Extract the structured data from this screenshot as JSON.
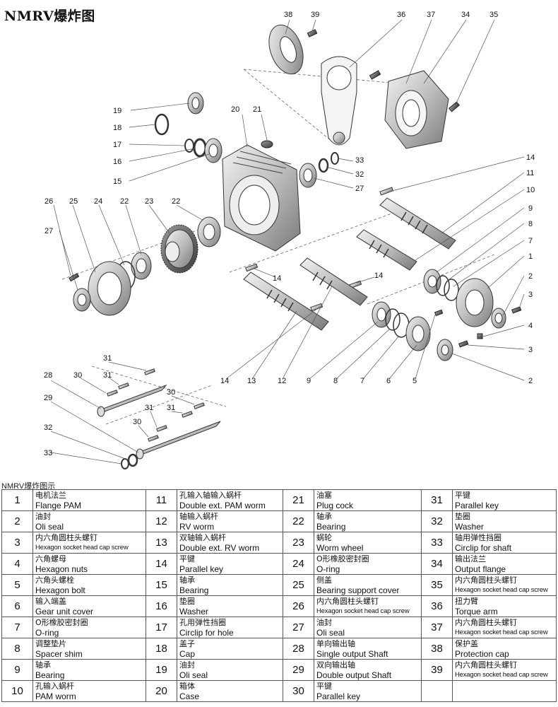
{
  "title": "NMRV爆炸图",
  "subtitle": "NMRV爆炸图示",
  "callouts": [
    "1",
    "2",
    "3",
    "4",
    "5",
    "6",
    "7",
    "8",
    "9",
    "10",
    "11",
    "12",
    "13",
    "14",
    "15",
    "16",
    "17",
    "18",
    "19",
    "20",
    "21",
    "22",
    "23",
    "24",
    "25",
    "26",
    "27",
    "28",
    "29",
    "30",
    "31",
    "32",
    "33",
    "34",
    "35",
    "36",
    "37",
    "38",
    "39"
  ],
  "parts": [
    {
      "no": "1",
      "cn": "电机法兰",
      "en": "Flange PAM"
    },
    {
      "no": "2",
      "cn": "油封",
      "en": "Oli seal"
    },
    {
      "no": "3",
      "cn": "内六角圆柱头螺钉",
      "en": "Hexagon socket head cap screw"
    },
    {
      "no": "4",
      "cn": "六角螺母",
      "en": "Hexagon nuts"
    },
    {
      "no": "5",
      "cn": "六角头螺栓",
      "en": "Hexagon bolt"
    },
    {
      "no": "6",
      "cn": "输入端盖",
      "en": "Gear unit cover"
    },
    {
      "no": "7",
      "cn": "O形橡胶密封圈",
      "en": "O-ring"
    },
    {
      "no": "8",
      "cn": "调整垫片",
      "en": "Spacer shim"
    },
    {
      "no": "9",
      "cn": "轴承",
      "en": "Bearing"
    },
    {
      "no": "10",
      "cn": "孔输入蜗杆",
      "en": "PAM worm"
    },
    {
      "no": "11",
      "cn": "孔输入轴输入蜗杆",
      "en": "Double ext. PAM worm"
    },
    {
      "no": "12",
      "cn": "轴输入蜗杆",
      "en": "RV worm"
    },
    {
      "no": "13",
      "cn": "双轴输入蜗杆",
      "en": "Double ext. RV worm"
    },
    {
      "no": "14",
      "cn": "平键",
      "en": "Parallel key"
    },
    {
      "no": "15",
      "cn": "轴承",
      "en": "Bearing"
    },
    {
      "no": "16",
      "cn": "垫圈",
      "en": "Washer"
    },
    {
      "no": "17",
      "cn": "孔用弹性挡圈",
      "en": "Circlip for hole"
    },
    {
      "no": "18",
      "cn": "盖子",
      "en": "Cap"
    },
    {
      "no": "19",
      "cn": "油封",
      "en": "Oli seal"
    },
    {
      "no": "20",
      "cn": "箱体",
      "en": "Case"
    },
    {
      "no": "21",
      "cn": "油塞",
      "en": "Plug cock"
    },
    {
      "no": "22",
      "cn": "轴承",
      "en": "Bearing"
    },
    {
      "no": "23",
      "cn": "蜗轮",
      "en": "Worm wheel"
    },
    {
      "no": "24",
      "cn": "O形橡胶密封圈",
      "en": "O-ring"
    },
    {
      "no": "25",
      "cn": "侧盖",
      "en": "Bearing support cover"
    },
    {
      "no": "26",
      "cn": "内六角圆柱头螺钉",
      "en": "Hexagon socket head cap screw"
    },
    {
      "no": "27",
      "cn": "油封",
      "en": "Oli seal"
    },
    {
      "no": "28",
      "cn": "单向输出轴",
      "en": "Single output Shaft"
    },
    {
      "no": "29",
      "cn": "双向输出轴",
      "en": "Double output Shaft"
    },
    {
      "no": "30",
      "cn": "平键",
      "en": "Parallel key"
    },
    {
      "no": "31",
      "cn": "平键",
      "en": "Parallel key"
    },
    {
      "no": "32",
      "cn": "垫圈",
      "en": "Washer"
    },
    {
      "no": "33",
      "cn": "轴用弹性挡圈",
      "en": "Circlip for shaft"
    },
    {
      "no": "34",
      "cn": "输出法兰",
      "en": "Output flange"
    },
    {
      "no": "35",
      "cn": "内六角圆柱头螺钉",
      "en": "Hexagon socket head cap screw"
    },
    {
      "no": "36",
      "cn": "扭力臂",
      "en": "Torque arm"
    },
    {
      "no": "37",
      "cn": "内六角圆柱头螺钉",
      "en": "Hexagon socket head cap screw"
    },
    {
      "no": "38",
      "cn": "保护盖",
      "en": "Protection cap"
    },
    {
      "no": "39",
      "cn": "内六角圆柱头螺钉",
      "en": "Hexagon socket head cap screw"
    }
  ]
}
